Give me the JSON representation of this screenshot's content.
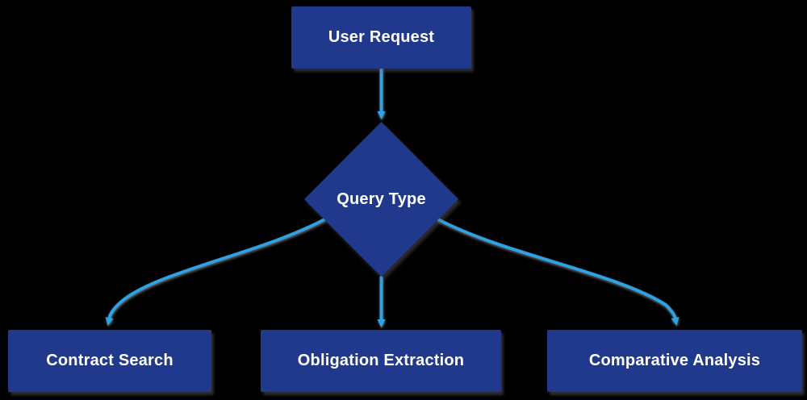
{
  "diagram": {
    "type": "flowchart",
    "direction": "top-down",
    "colors": {
      "background": "#000000",
      "node_fill": "#20398c",
      "node_text": "#ffffff",
      "edge": "#29a3e8",
      "edge_shadow": "#8a8a8a"
    },
    "nodes": [
      {
        "id": "user_request",
        "label": "User Request",
        "shape": "rectangle"
      },
      {
        "id": "query_type",
        "label": "Query Type",
        "shape": "diamond"
      },
      {
        "id": "contract_search",
        "label": "Contract Search",
        "shape": "rectangle"
      },
      {
        "id": "obligation_extraction",
        "label": "Obligation Extraction",
        "shape": "rectangle"
      },
      {
        "id": "comparative_analysis",
        "label": "Comparative Analysis",
        "shape": "rectangle"
      }
    ],
    "edges": [
      {
        "from": "User Request",
        "to": "Query Type"
      },
      {
        "from": "Query Type",
        "to": "Contract Search"
      },
      {
        "from": "Query Type",
        "to": "Obligation Extraction"
      },
      {
        "from": "Query Type",
        "to": "Comparative Analysis"
      }
    ]
  }
}
